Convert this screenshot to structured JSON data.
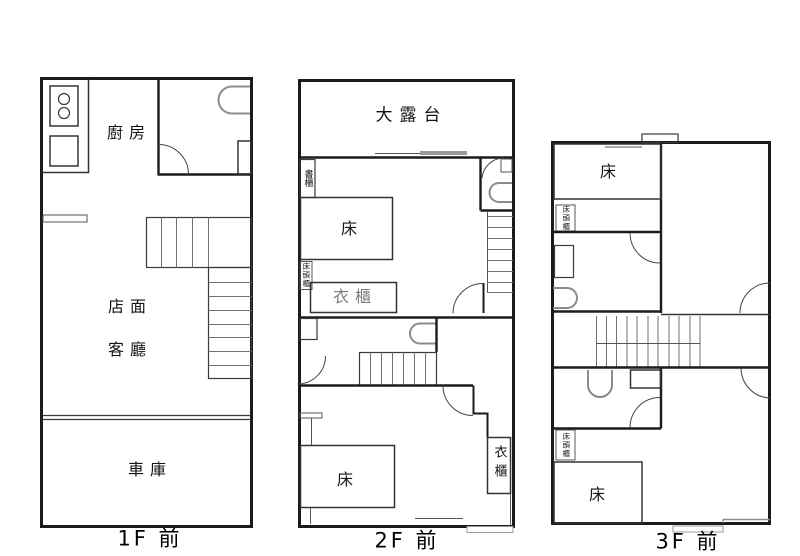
{
  "floors": {
    "f1": {
      "name": "1F 前",
      "labels": {
        "kitchen": "廚房",
        "store": "店面",
        "living": "客廳",
        "garage": "車庫"
      }
    },
    "f2": {
      "name": "2F 前",
      "labels": {
        "terrace": "大露台",
        "bookcase": "書櫃",
        "bed_top": "床",
        "nightstand": "床頭櫃",
        "wardrobe_top": "衣櫃",
        "wardrobe_right": "衣櫃",
        "bed_bottom": "床"
      }
    },
    "f3": {
      "name": "3F 前",
      "labels": {
        "bed_top": "床",
        "nightstand_top": "床頭櫃",
        "nightstand_bottom": "床頭櫃",
        "bed_bottom": "床"
      }
    }
  },
  "colors": {
    "wall": "#1b1b1b",
    "fixture": "#8b8b8b",
    "stair_tread": "#6f6f6f",
    "faded_label": "#7d7d7d",
    "background": "#ffffff"
  }
}
